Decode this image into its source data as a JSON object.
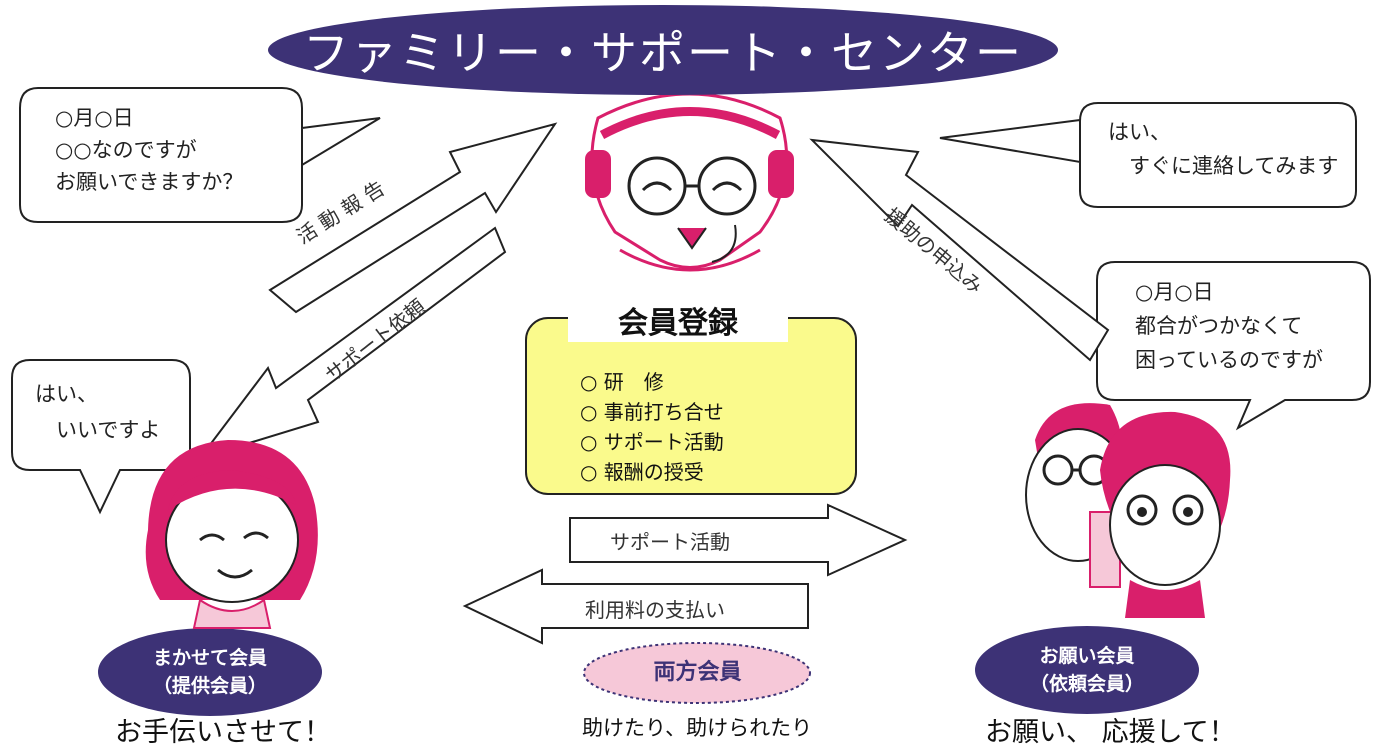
{
  "title": "ファミリー・サポート・センター",
  "bubbles": {
    "center_left": [
      "○月○日",
      "○○なのですが",
      "お願いできますか？"
    ],
    "center_right": [
      "はい、",
      "　すぐに連絡してみます"
    ],
    "provider": [
      "はい、",
      "　いいですよ"
    ],
    "requester": [
      "○月○日",
      "都合がつかなくて",
      "困っているのですが"
    ]
  },
  "arrows": {
    "activity_report": "活 動 報 告",
    "support_request": "サポート依頼",
    "application": "援助の申込み",
    "support_activity": "サポート活動",
    "fee_payment": "利用料の支払い"
  },
  "registration": {
    "title": "会員登録",
    "items": [
      "○ 研　修",
      "○ 事前打ち合せ",
      "○ サポート活動",
      "○ 報酬の授受"
    ]
  },
  "roles": {
    "provider": {
      "label": "まかせて会員\n（提供会員）",
      "tagline": "お手伝いさせて！"
    },
    "both": {
      "label": "両方会員",
      "tagline": "助けたり、助けられたり"
    },
    "requester": {
      "label": "お願い会員\n（依頼会員）",
      "tagline": "お願い、 応援して！"
    }
  },
  "colors": {
    "navy": "#3d3276",
    "magenta": "#d91f6b",
    "pink_fill": "#f6c8d8",
    "yellow": "#fafa8c"
  },
  "icons": [
    "staff-with-headset-icon",
    "provider-woman-icon",
    "requester-parent-child-icon"
  ]
}
